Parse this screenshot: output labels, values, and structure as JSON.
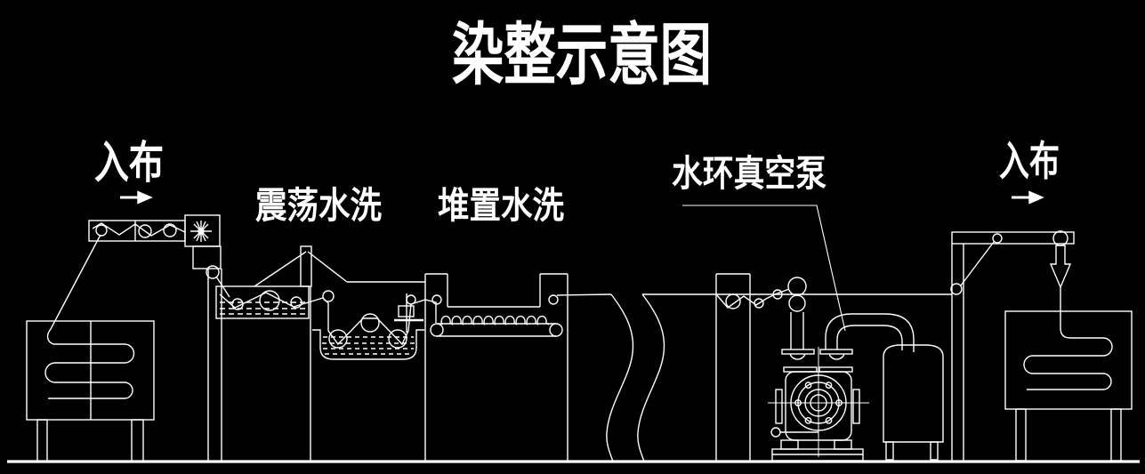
{
  "title": "染整示意图",
  "colors": {
    "background": "#000000",
    "line": "#ffffff",
    "text": "#ffffff"
  },
  "labels": {
    "fabric_in_left": "入布",
    "oscillating_wash": "震荡水洗",
    "stacking_wash": "堆置水洗",
    "vacuum_pump": "水环真空泵",
    "fabric_in_right": "入布"
  },
  "icons": {
    "fabric_in_left_arrow": "right-arrow",
    "fabric_in_right_arrow": "right-arrow",
    "fabric_drop_arrow": "down-arrow"
  }
}
